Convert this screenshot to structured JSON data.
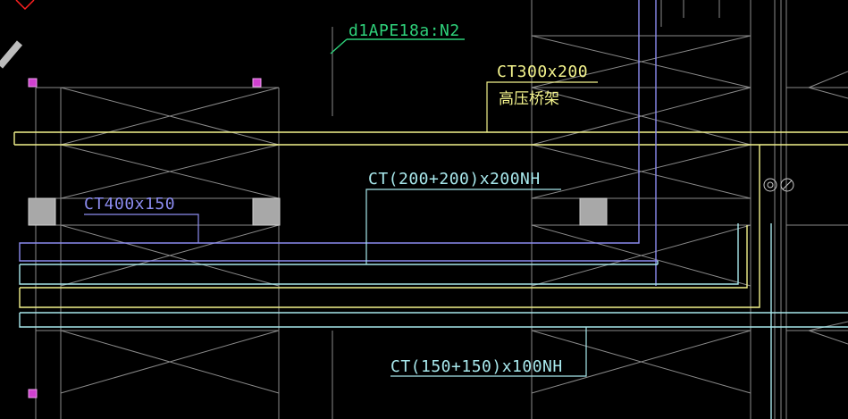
{
  "labels": {
    "cable_green": "d1APE18a:N2",
    "tray_ct300": "CT300x200",
    "tray_ct300_desc": "高压桥架",
    "tray_ct200": "CT(200+200)x200NH",
    "tray_ct400": "CT400x150",
    "tray_ct150": "CT(150+150)x100NH"
  },
  "colors": {
    "background": "#000000",
    "grid": "#8a8a8a",
    "yellow_tray": "#f2f28c",
    "cyan_tray": "#a8e8ec",
    "blue_tray": "#8c8cf0",
    "green_cable": "#2ed17a",
    "column": "#a8a8a8",
    "grip": "#d040d0",
    "red_mark": "#ff2020"
  }
}
